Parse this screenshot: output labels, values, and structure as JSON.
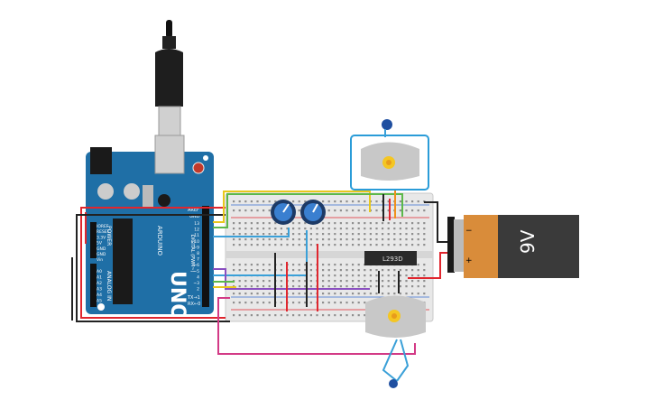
{
  "arduino": {
    "model_label": "UNO",
    "brand_label": "ARDUINO",
    "analog_label": "ANALOG IN",
    "power_label": "POWER",
    "digital_label": "DIGITAL (PWM~)",
    "aref_label": "AREF",
    "gnd_label": "GND",
    "tx_label": "TX→1",
    "rx_label": "RX←0",
    "pin_labels": [
      "13",
      "12",
      "~11",
      "~10",
      "~9",
      "8",
      "7",
      "~6",
      "~5",
      "4",
      "~3",
      "2"
    ],
    "power_pins": [
      "IOREF",
      "RESET",
      "3.3V",
      "5V",
      "GND",
      "GND",
      "Vin"
    ],
    "analog_pins": [
      "A0",
      "A1",
      "A2",
      "A3",
      "A4",
      "A5"
    ]
  },
  "driver_chip": {
    "label": "L293D"
  },
  "battery": {
    "label": "9V",
    "minus": "−",
    "plus": "+"
  },
  "colors": {
    "arduino_board": "#1f6fa6",
    "breadboard": "#e8e8e8",
    "battery_copper": "#d98c3a",
    "battery_black": "#3a3a3a",
    "wire_red": "#e0262e",
    "wire_black": "#222222",
    "wire_blue": "#3aa0d8",
    "wire_yellow": "#e8c81c",
    "wire_green": "#5cb84a",
    "wire_orange": "#f0901c",
    "wire_purple": "#8a4fc0",
    "wire_pink": "#d33a86",
    "motor_frame_blue": "#2a9cd8"
  },
  "icons": [
    "usb-cable-icon",
    "potentiometer-icon",
    "dc-motor-icon",
    "capacitor-icon"
  ]
}
